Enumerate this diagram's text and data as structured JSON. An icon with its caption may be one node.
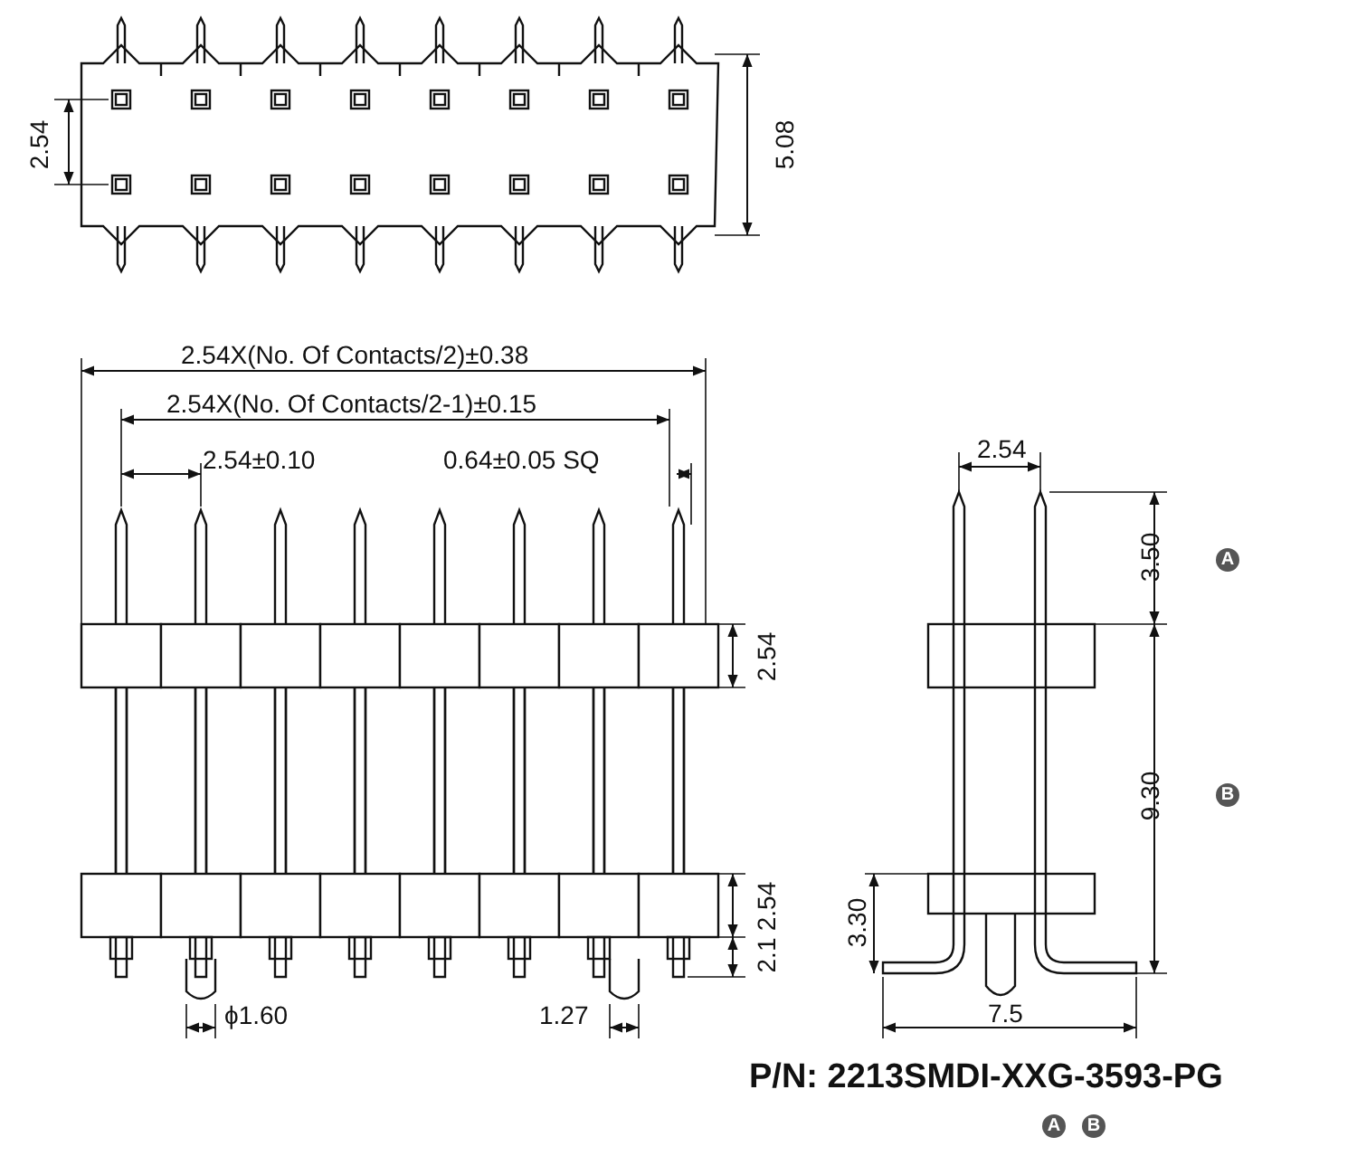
{
  "diagram": {
    "labels": [
      "2.54",
      "5.08",
      "2.54X(No. Of Contacts/2)±0.38",
      "2.54X(No. Of Contacts/2-1)±0.15",
      "2.54±0.10",
      "0.64±0.05 SQ",
      "2.54",
      "2.54",
      "2.1",
      "ϕ1.60",
      "1.27",
      "2.54",
      "3.50",
      "A",
      "9.30",
      "B",
      "3.30",
      "7.5",
      "P/N: 2213SMDI-XXG-3593-PG",
      "A",
      "B"
    ]
  }
}
